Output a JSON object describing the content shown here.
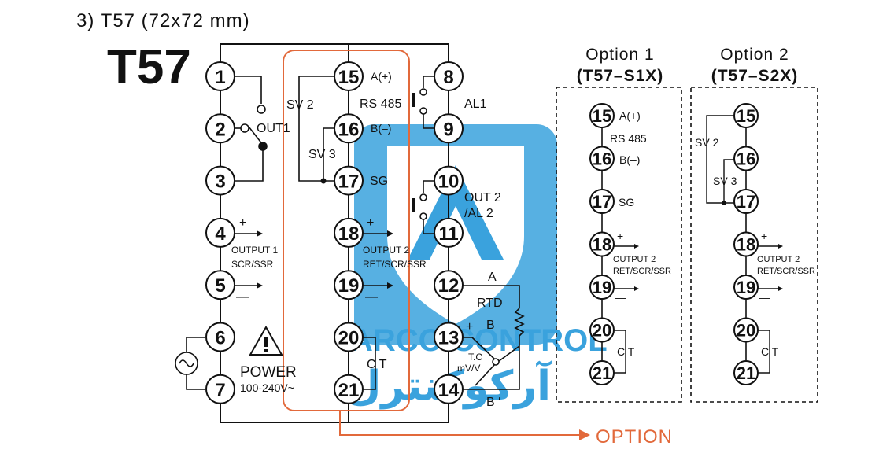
{
  "heading": "3) T57 (72x72 mm)",
  "model": "T57",
  "main": {
    "left_terminals": [
      "1",
      "2",
      "3",
      "4",
      "5",
      "6",
      "7"
    ],
    "mid_terminals": [
      "15",
      "16",
      "17",
      "18",
      "19",
      "20",
      "21"
    ],
    "right_terminals": [
      "8",
      "9",
      "10",
      "11",
      "12",
      "13",
      "14"
    ],
    "out1": "OUT1",
    "output1_line1": "OUTPUT 1",
    "output1_line2": "SCR/SSR",
    "plus": "+",
    "minus": "—",
    "power": "POWER",
    "power_range": "100-240V~",
    "sv2": "SV 2",
    "sv3": "SV 3",
    "a_plus": "A(+)",
    "rs485": "RS 485",
    "b_minus": "B(–)",
    "sg": "SG",
    "output2_line1": "OUTPUT 2",
    "output2_line2": "RET/SCR/SSR",
    "ct": "C T",
    "al1": "AL1",
    "out2_line1": "OUT 2",
    "out2_line2": "/AL 2",
    "a": "A",
    "rtd": "RTD",
    "b": "B",
    "tc_line1": "T.C",
    "tc_line2": "mV/V",
    "b_prime": "B ′"
  },
  "option_label": "OPTION",
  "option1": {
    "title_line1": "Option  1",
    "title_line2": "(T57–S1X)",
    "terminals": [
      "15",
      "16",
      "17",
      "18",
      "19",
      "20",
      "21"
    ],
    "a_plus": "A(+)",
    "rs485": "RS 485",
    "b_minus": "B(–)",
    "sg": "SG",
    "plus": "+",
    "minus": "—",
    "output2_line1": "OUTPUT 2",
    "output2_line2": "RET/SCR/SSR",
    "ct": "C T"
  },
  "option2": {
    "title_line1": "Option  2",
    "title_line2": "(T57–S2X)",
    "terminals": [
      "15",
      "16",
      "17",
      "18",
      "19",
      "20",
      "21"
    ],
    "sv2": "SV 2",
    "sv3": "SV 3",
    "plus": "+",
    "minus": "—",
    "output2_line1": "OUTPUT 2",
    "output2_line2": "RET/SCR/SSR",
    "ct": "C T"
  },
  "watermark": {
    "line1": "ARCO CONTROL",
    "line2": "آرکوکنترل"
  },
  "colors": {
    "line": "#111111",
    "option_highlight": "#e2693b",
    "watermark": "#3aa2dd"
  }
}
